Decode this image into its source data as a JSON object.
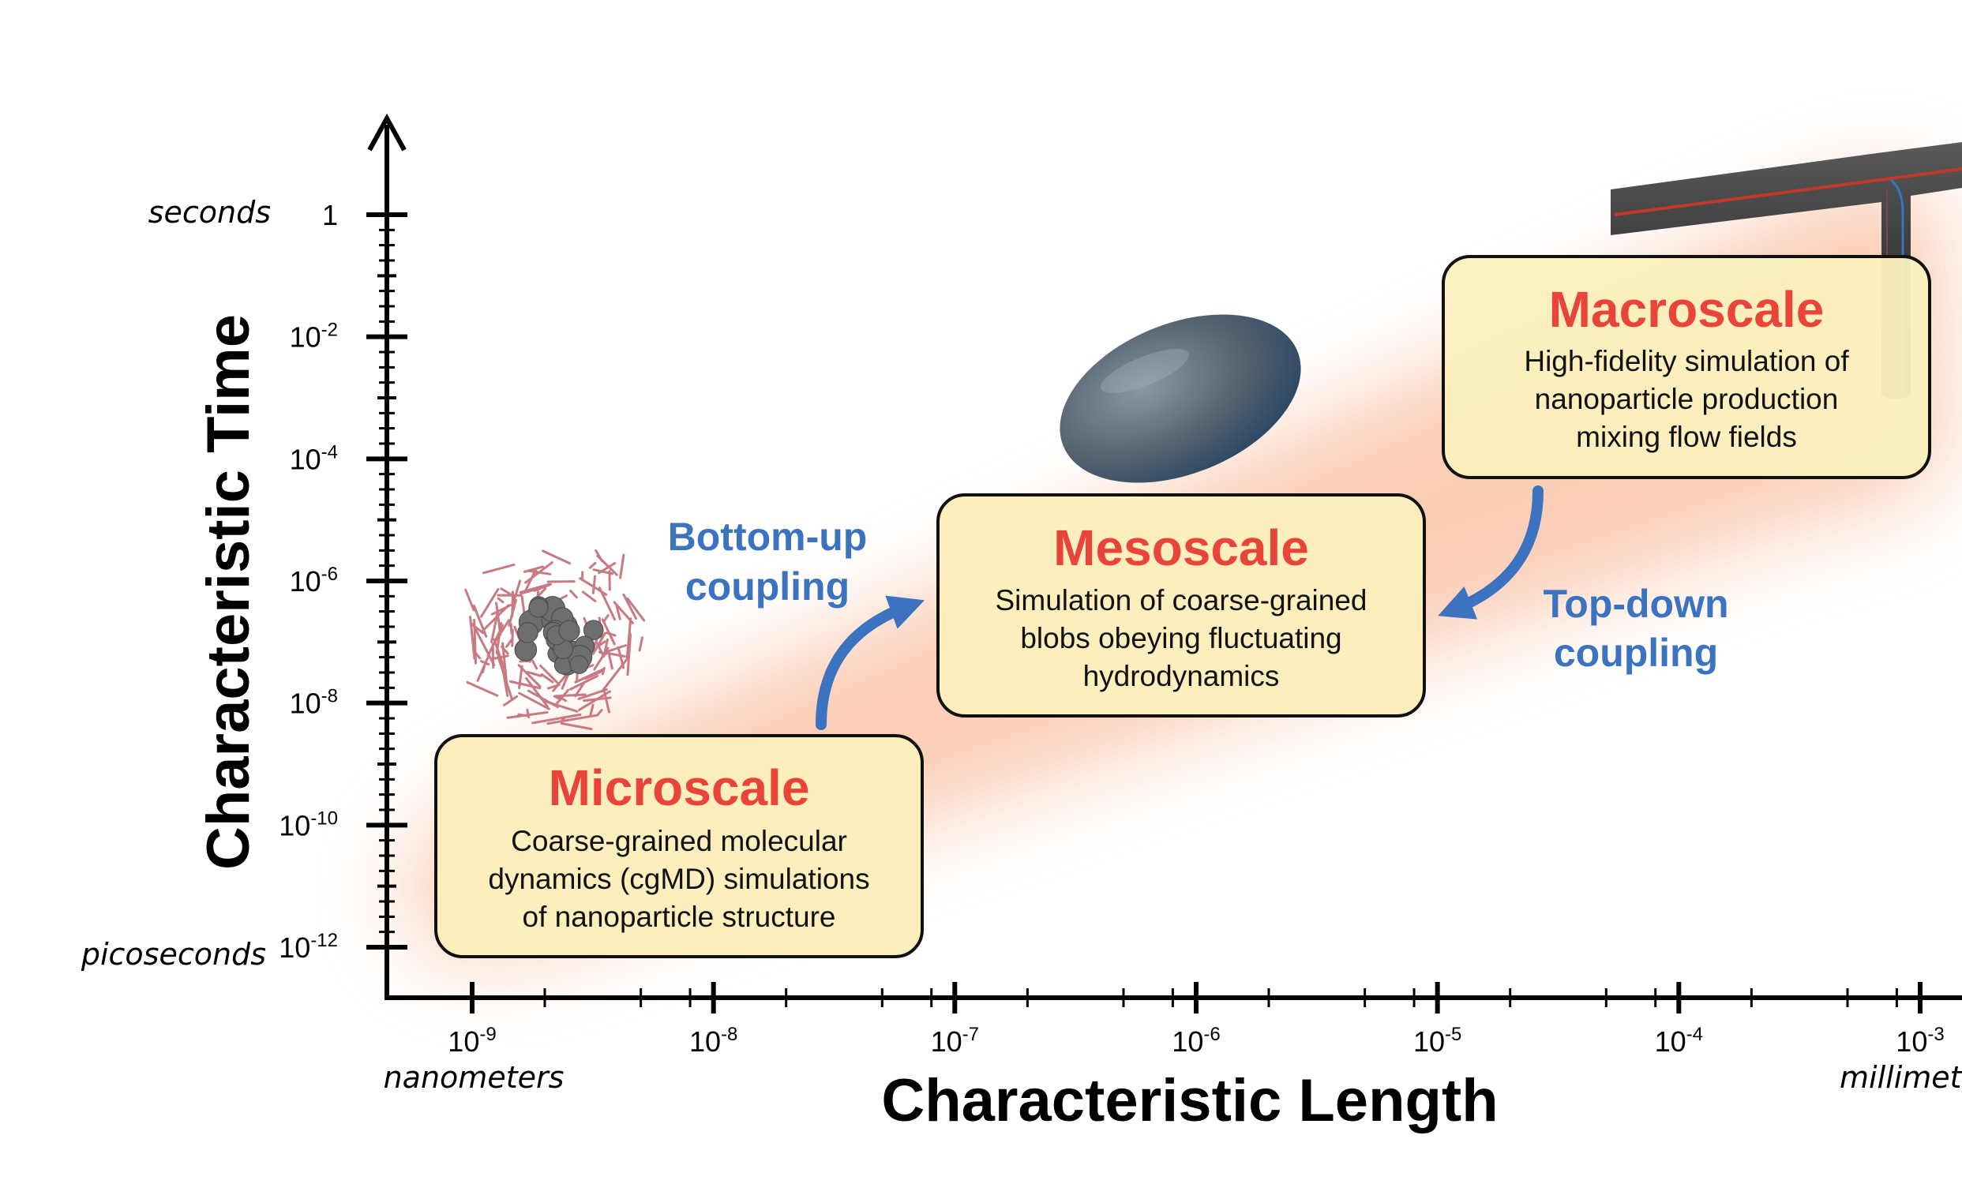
{
  "axes": {
    "x_title": "Characteristic Length",
    "y_title": "Characteristic Time",
    "x_ticks": [
      {
        "base": "10",
        "exp": "-9"
      },
      {
        "base": "10",
        "exp": "-8"
      },
      {
        "base": "10",
        "exp": "-7"
      },
      {
        "base": "10",
        "exp": "-6"
      },
      {
        "base": "10",
        "exp": "-5"
      },
      {
        "base": "10",
        "exp": "-4"
      },
      {
        "base": "10",
        "exp": "-3"
      }
    ],
    "y_ticks": [
      {
        "base": "1",
        "exp": ""
      },
      {
        "base": "10",
        "exp": "-2"
      },
      {
        "base": "10",
        "exp": "-4"
      },
      {
        "base": "10",
        "exp": "-6"
      },
      {
        "base": "10",
        "exp": "-8"
      },
      {
        "base": "10",
        "exp": "-10"
      },
      {
        "base": "10",
        "exp": "-12"
      }
    ],
    "x_unit_low": "nanometers",
    "x_unit_high": "millimet",
    "y_unit_high": "seconds",
    "y_unit_low": "picoseconds",
    "x_scale": "log",
    "y_scale": "log"
  },
  "boxes": {
    "micro": {
      "title": "Microscale",
      "lines": [
        "Coarse-grained molecular",
        "dynamics (cgMD) simulations",
        "of nanoparticle structure"
      ]
    },
    "meso": {
      "title": "Mesoscale",
      "lines": [
        "Simulation of coarse-grained",
        "blobs obeying fluctuating",
        "hydrodynamics"
      ]
    },
    "macro": {
      "title": "Macroscale",
      "lines": [
        "High-fidelity simulation of",
        "nanoparticle production",
        "mixing flow fields"
      ]
    }
  },
  "couplings": {
    "bottom_up": [
      "Bottom-up",
      "coupling"
    ],
    "top_down": [
      "Top-down",
      "coupling"
    ]
  },
  "colors": {
    "title_red": "#e8443a",
    "coupling_blue": "#3b73c0",
    "box_fill": "#fcefbd",
    "band": "#f7a57a",
    "axis": "#000000"
  }
}
